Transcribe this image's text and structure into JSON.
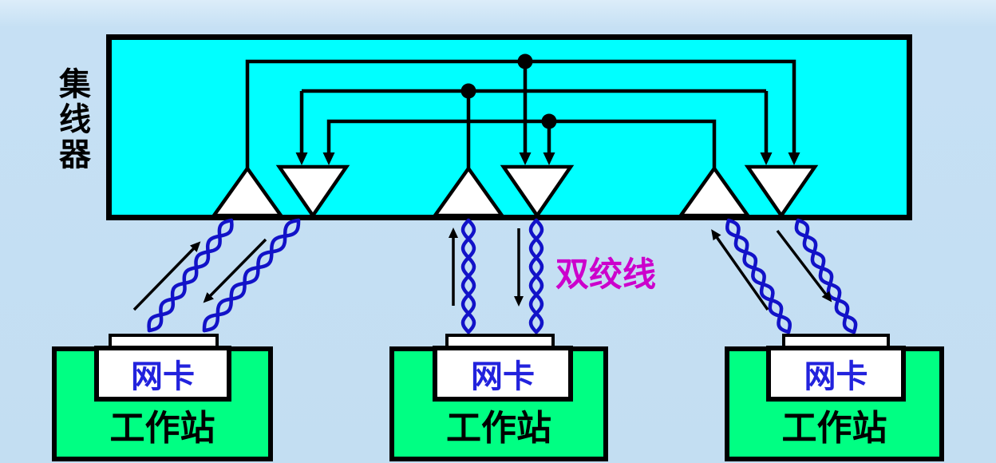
{
  "hub": {
    "label": "集线器"
  },
  "cable": {
    "label": "双绞线"
  },
  "stations": [
    {
      "nic": "网卡",
      "name": "工作站"
    },
    {
      "nic": "网卡",
      "name": "工作站"
    },
    {
      "nic": "网卡",
      "name": "工作站"
    }
  ],
  "colors": {
    "background": "#c6e0f4",
    "hub_fill": "#00ffff",
    "station_fill": "#00ff83",
    "nic_box_fill": "#ffffff",
    "triangle_fill": "#ffffff",
    "nic_text": "#2222dd",
    "cable_blue": "#1212c8",
    "cable_label_magenta": "#cc00cc",
    "ink": "#000000"
  }
}
